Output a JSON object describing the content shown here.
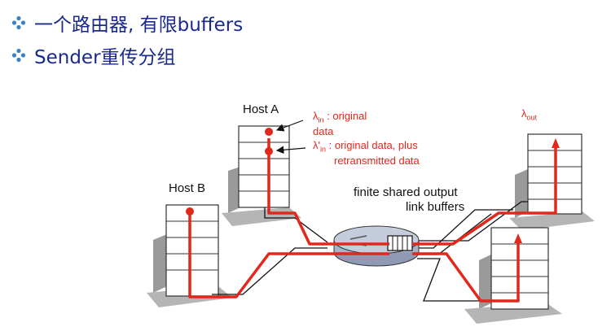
{
  "bullets": [
    {
      "text": "一个路由器, 有限buffers",
      "icon": "diamond-bullet-icon"
    },
    {
      "text": "Sender重传分组",
      "icon": "diamond-bullet-icon"
    }
  ],
  "diagram": {
    "host_a": "Host A",
    "host_b": "Host B",
    "lambda_in": {
      "symbol": "λ",
      "sub": "in",
      "text": ": original",
      "text2": "data"
    },
    "lambda_in_prime": {
      "symbol": "λ'",
      "sub": "in",
      "text": ": original data, plus",
      "text2": "retransmitted data"
    },
    "lambda_out": {
      "symbol": "λ",
      "sub": "out"
    },
    "router_label_1": "finite shared output",
    "router_label_2": "link buffers"
  },
  "colors": {
    "accent": "#e0281c",
    "bullet_text": "#1a2a8c",
    "bullet_icon": "#3b82c4"
  }
}
